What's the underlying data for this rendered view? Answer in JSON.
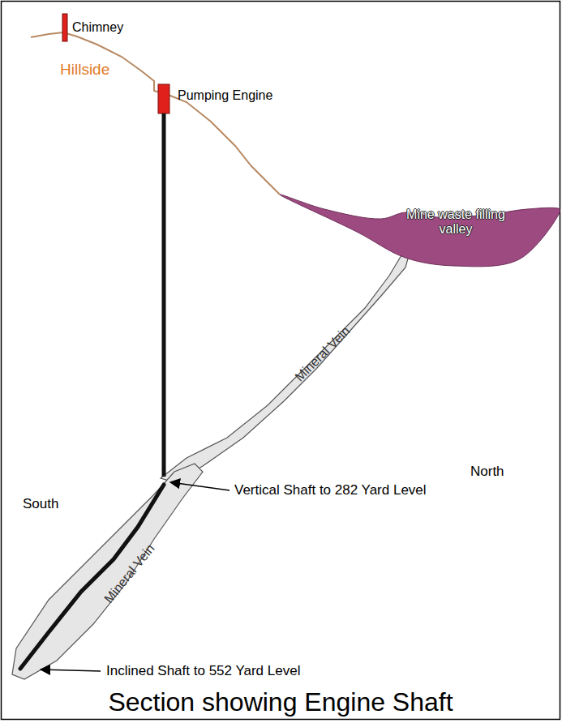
{
  "diagram": {
    "title": "Section showing Engine Shaft",
    "nodes": [
      {
        "text": [
          "Mine waste filling valley"
        ]
      }
    ],
    "labels": [
      "Chimney",
      "Hillside",
      "Pumping Engine",
      "Mineral Vein",
      "South",
      "North",
      "Vertical Shaft to 282 Yard Level",
      "Mineral Vein",
      "Inclined Shaft to 552 Yard Level"
    ]
  }
}
